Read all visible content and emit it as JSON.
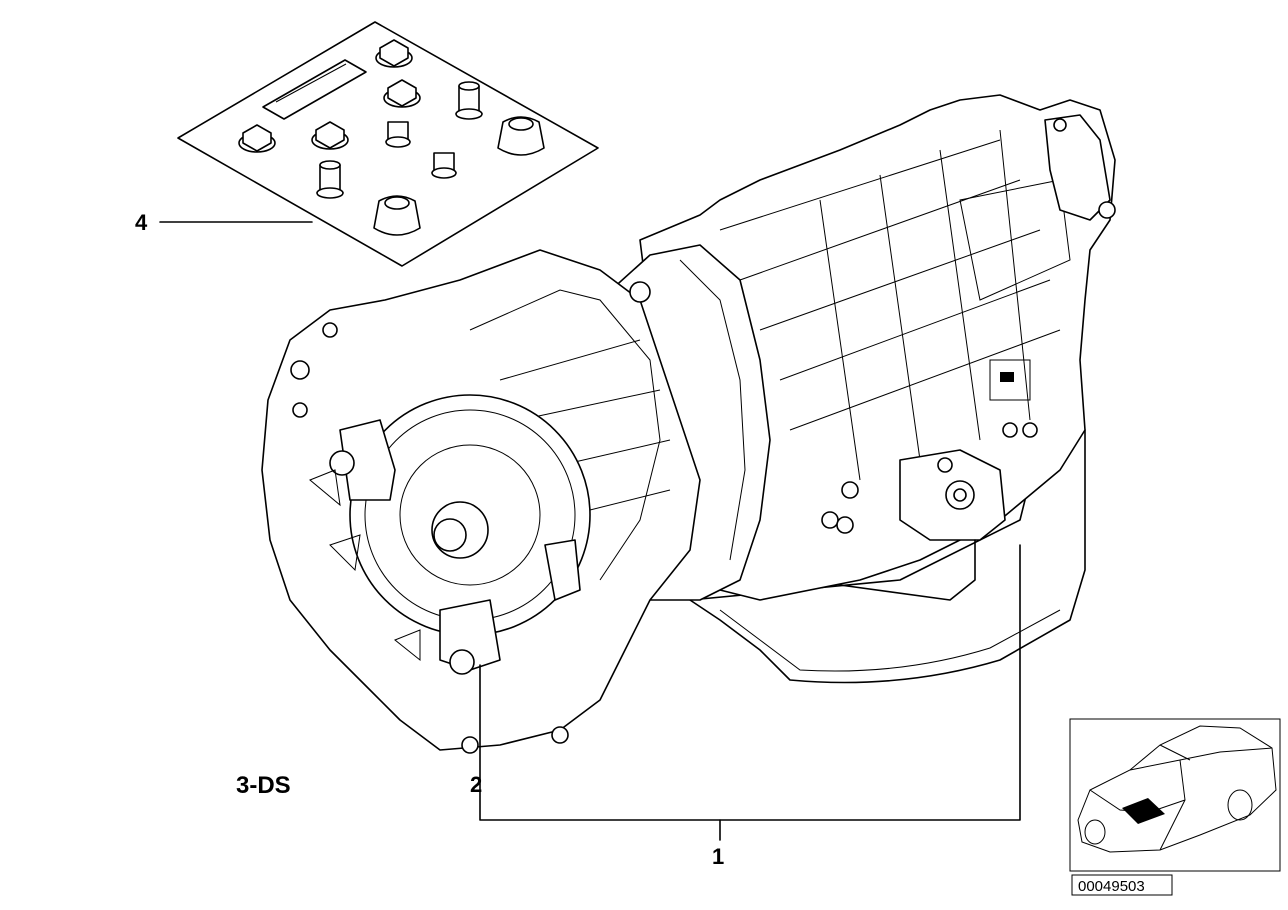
{
  "diagram": {
    "callouts": [
      {
        "id": "1",
        "label": "1"
      },
      {
        "id": "2",
        "label": "2"
      },
      {
        "id": "4",
        "label": "4"
      }
    ],
    "code": "3-DS",
    "part_number": "00049503"
  }
}
